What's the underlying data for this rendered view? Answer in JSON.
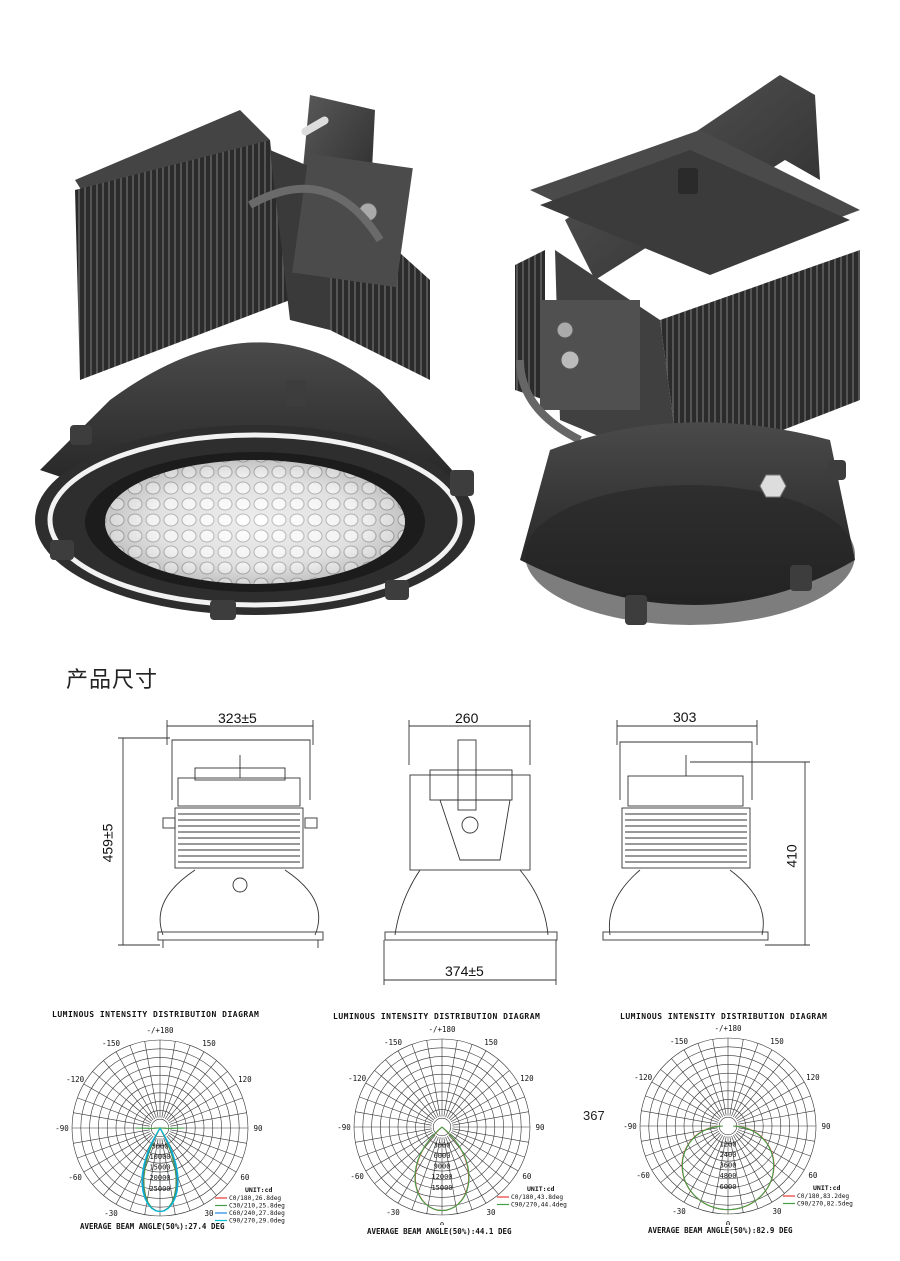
{
  "section_heading": "产品尺寸",
  "dimensions": {
    "front_width": "323±5",
    "side_width": "260",
    "rear_width": "303",
    "height_left": "459±5",
    "height_right": "410",
    "reflector_diameter": "374±5"
  },
  "stray_text": "367",
  "polar_diagrams": [
    {
      "title": "LUMINOUS INTENSITY DISTRIBUTION DIAGRAM",
      "angle_labels": [
        "-/+180",
        "-150",
        "150",
        "-120",
        "120",
        "-90",
        "90",
        "-60",
        "60",
        "-30",
        "30",
        "0"
      ],
      "radial_labels": [
        "5000",
        "10000",
        "15000",
        "20000",
        "25000"
      ],
      "unit": "UNIT:cd",
      "legend": [
        {
          "label": "C0/180,26.8deg",
          "color": "#e53935"
        },
        {
          "label": "C30/210,25.8deg",
          "color": "#43a047"
        },
        {
          "label": "C60/240,27.8deg",
          "color": "#1e88e5"
        },
        {
          "label": "C90/270,29.0deg",
          "color": "#00bcd4"
        }
      ],
      "footer": "AVERAGE BEAM ANGLE(50%):27.4 DEG"
    },
    {
      "title": "LUMINOUS INTENSITY DISTRIBUTION DIAGRAM",
      "angle_labels": [
        "-/+180",
        "-150",
        "150",
        "-120",
        "120",
        "-90",
        "90",
        "-60",
        "60",
        "-30",
        "30",
        "0"
      ],
      "radial_labels": [
        "3000",
        "6000",
        "9000",
        "12000",
        "15000"
      ],
      "unit": "UNIT:cd",
      "legend": [
        {
          "label": "C0/180,43.8deg",
          "color": "#e53935"
        },
        {
          "label": "C90/270,44.4deg",
          "color": "#43a047"
        }
      ],
      "footer": "AVERAGE BEAM ANGLE(50%):44.1 DEG"
    },
    {
      "title": "LUMINOUS INTENSITY DISTRIBUTION DIAGRAM",
      "angle_labels": [
        "-/+180",
        "-150",
        "150",
        "-120",
        "120",
        "-90",
        "90",
        "-60",
        "60",
        "-30",
        "30",
        "0"
      ],
      "radial_labels": [
        "1200",
        "2400",
        "3600",
        "4800",
        "6000"
      ],
      "unit": "UNIT:cd",
      "legend": [
        {
          "label": "C0/180,83.2deg",
          "color": "#e53935"
        },
        {
          "label": "C90/270,82.5deg",
          "color": "#43a047"
        }
      ],
      "footer": "AVERAGE BEAM ANGLE(50%):82.9 DEG"
    }
  ]
}
